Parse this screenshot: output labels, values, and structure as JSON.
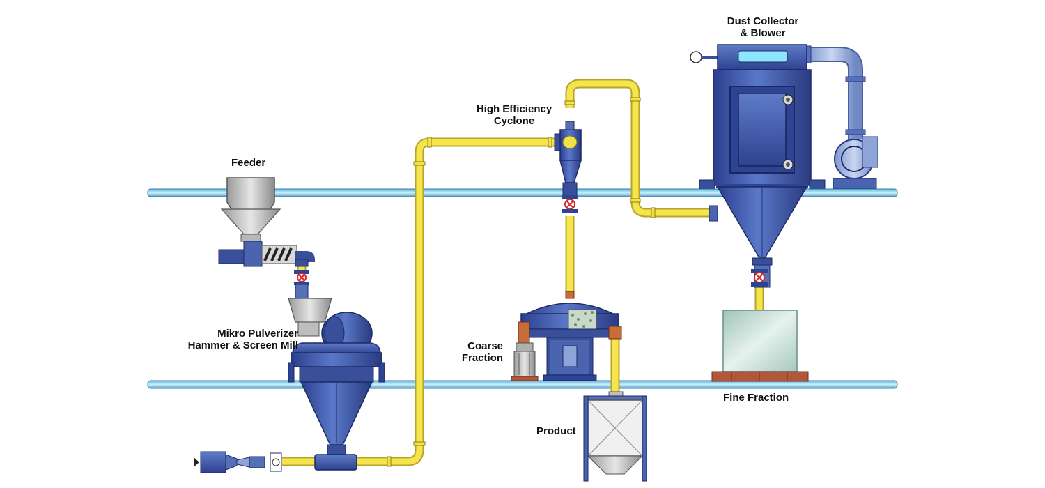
{
  "labels": {
    "dust_collector": [
      "Dust Collector",
      "& Blower"
    ],
    "cyclone": [
      "High Efficiency",
      "Cyclone"
    ],
    "feeder": "Feeder",
    "mill": [
      "Mikro Pulverizer",
      "Hammer & Screen Mill"
    ],
    "coarse": [
      "Coarse",
      "Fraction"
    ],
    "product": "Product",
    "fine": "Fine Fraction"
  },
  "colors": {
    "equipment_blue": "#4a64b0",
    "equipment_dark": "#2a3a80",
    "floor_pipe": "#7ecbe8",
    "product_pipe": "#f2e24a",
    "air_duct": "#9fb3e0",
    "valve_red": "#d62b2b"
  }
}
